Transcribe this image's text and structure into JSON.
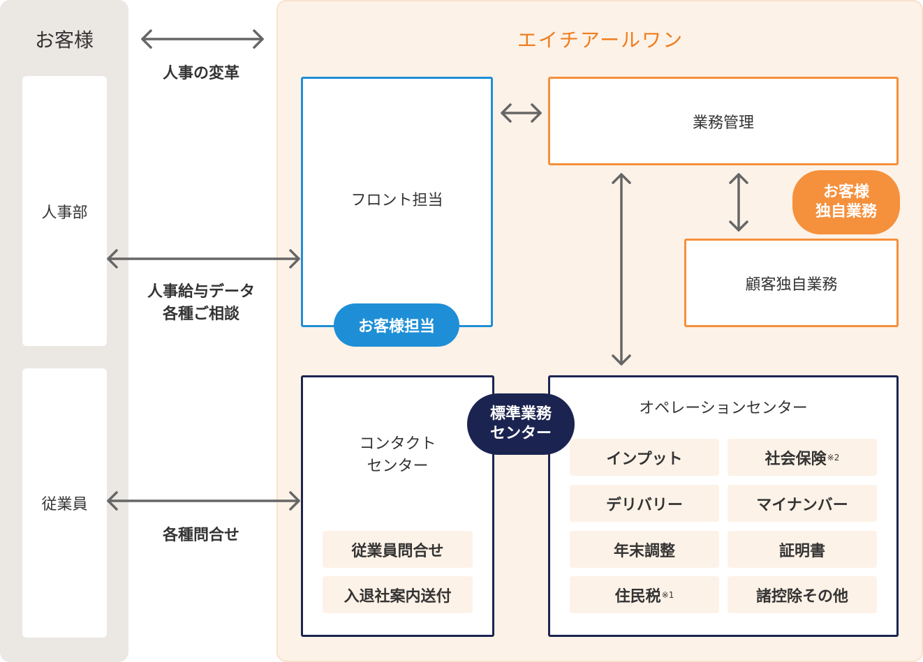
{
  "customer": {
    "title": "お客様",
    "hr_dept": "人事部",
    "employees": "従業員"
  },
  "links": {
    "hr_transform": "人事の変革",
    "hr_payroll_line1": "人事給与データ",
    "hr_payroll_line2": "各種ご相談",
    "inquiries": "各種問合せ"
  },
  "company": {
    "name": "エイチアールワン",
    "front": "フロント担当",
    "front_badge": "お客様担当",
    "biz_mgmt": "業務管理",
    "custom_badge_line1": "お客様",
    "custom_badge_line2": "独自業務",
    "custom_biz": "顧客独自業務",
    "contact_line1": "コンタクト",
    "contact_line2": "センター",
    "contact_items": [
      "従業員問合せ",
      "入退社案内送付"
    ],
    "std_badge_line1": "標準業務",
    "std_badge_line2": "センター",
    "operation": {
      "title": "オペレーションセンター",
      "items": [
        {
          "label": "インプット",
          "note": ""
        },
        {
          "label": "社会保険",
          "note": "※2"
        },
        {
          "label": "デリバリー",
          "note": ""
        },
        {
          "label": "マイナンバー",
          "note": ""
        },
        {
          "label": "年末調整",
          "note": ""
        },
        {
          "label": "証明書",
          "note": ""
        },
        {
          "label": "住民税",
          "note": "※1"
        },
        {
          "label": "諸控除その他",
          "note": ""
        }
      ]
    }
  },
  "colors": {
    "blue": "#1e8fd6",
    "orange": "#f5903c",
    "navy": "#1b2450",
    "arrow": "#666666",
    "zone_bg": "#fdf2e7",
    "left_bg": "#ebe7e3"
  }
}
